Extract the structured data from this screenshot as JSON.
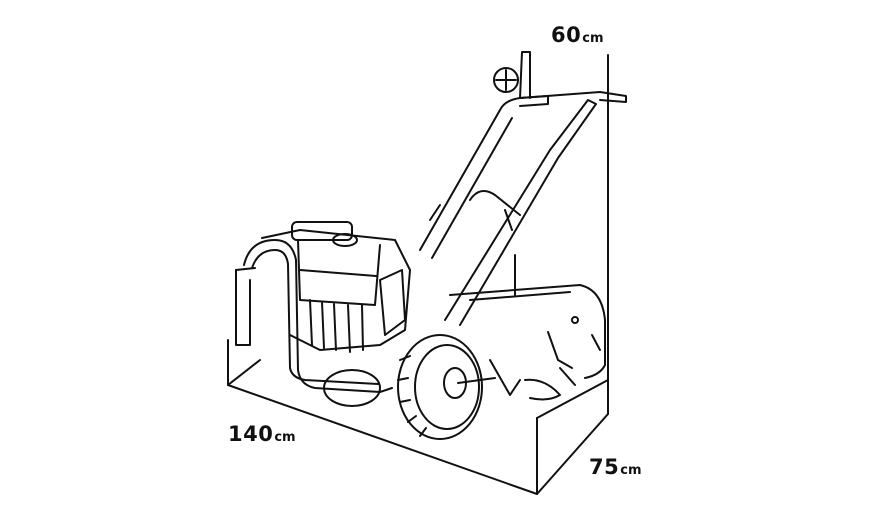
{
  "dimensions": {
    "height": {
      "value": "60",
      "unit": "cm"
    },
    "length": {
      "value": "140",
      "unit": "cm"
    },
    "width": {
      "value": "75",
      "unit": "cm"
    }
  },
  "colors": {
    "line": "#111111",
    "background": "#ffffff"
  }
}
